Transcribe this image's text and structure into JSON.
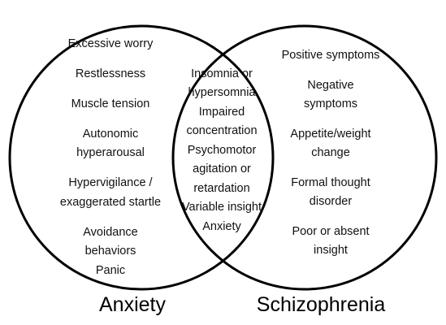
{
  "diagram": {
    "sets": [
      {
        "name": "Anxiety",
        "lines": [
          "Excessive worry",
          "Restlessness",
          "Muscle tension",
          "Autonomic",
          "hyperarousal",
          "Hypervigilance /",
          "exaggerated startle",
          "Avoidance",
          "behaviors",
          "Panic"
        ]
      },
      {
        "name": "Schizophrenia",
        "lines": [
          "Positive symptoms",
          "Negative",
          "symptoms",
          "Appetite/weight",
          "change",
          "Formal thought",
          "disorder",
          "Poor or absent",
          "insight"
        ]
      }
    ],
    "overlap": {
      "lines": [
        "Insomnia or",
        "hypersomnia",
        "Impaired",
        "concentration",
        "Psychomotor",
        "agitation or",
        "retardation",
        "Variable insight",
        "Anxiety"
      ]
    },
    "colors": {
      "stroke": "#000000",
      "fill": "#ffffff",
      "text": "#111111"
    }
  }
}
